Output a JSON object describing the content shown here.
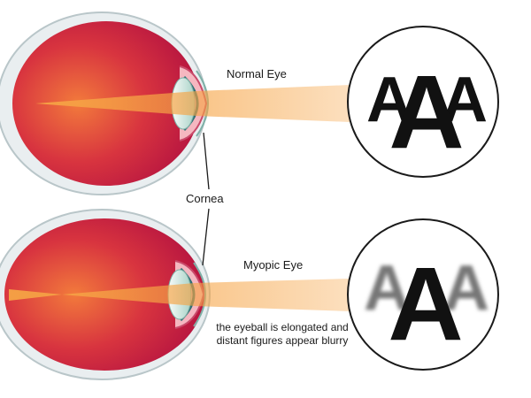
{
  "labels": {
    "normal_eye": "Normal Eye",
    "myopic_eye": "Myopic Eye",
    "cornea": "Cornea",
    "note": "the eyeball is elongated and distant figures appear blurry"
  },
  "letters": {
    "glyph": "A"
  },
  "colors": {
    "eyeball_inner": "#c81e3a",
    "eyeball_outer": "#f27a3c",
    "light_beam": "#f6a445",
    "lens": "#cfe6e0",
    "outline": "#1a1a1a"
  }
}
